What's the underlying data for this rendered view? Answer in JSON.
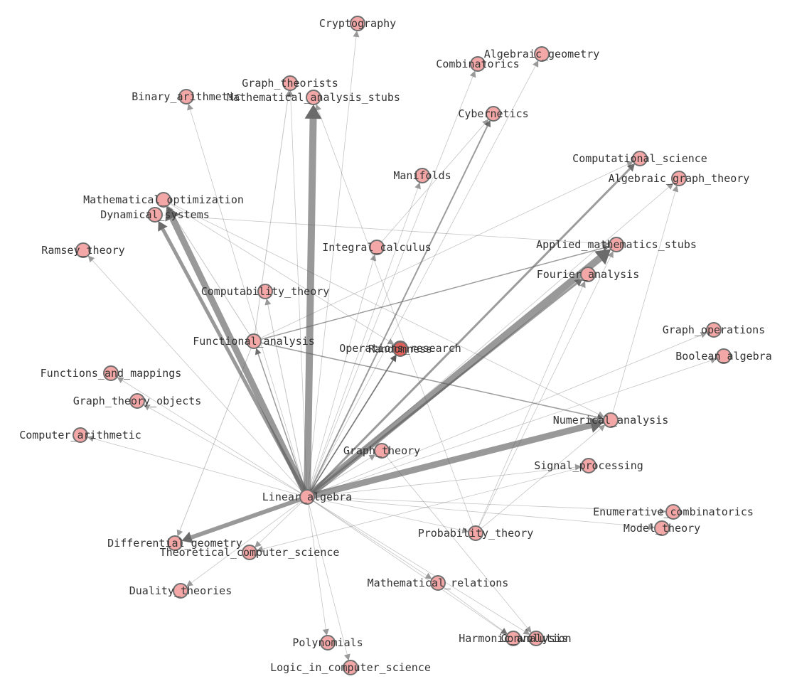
{
  "diagram": {
    "type": "directed-graph",
    "colors": {
      "node_fill": "#f4a7a7",
      "node_fill_active": "#e0605a",
      "node_stroke": "#6f6f6f",
      "edge": "#5a5a5a",
      "arrow": "#555555",
      "label": "#333333"
    },
    "nodes": [
      {
        "id": "cryptography",
        "label": "Cryptography"
      },
      {
        "id": "algebraic_geometry",
        "label": "Algebraic_geometry"
      },
      {
        "id": "combinatorics",
        "label": "Combinatorics"
      },
      {
        "id": "graph_theorists",
        "label": "Graph_theorists"
      },
      {
        "id": "binary_arithmetic",
        "label": "Binary_arithmetic"
      },
      {
        "id": "math_analysis_stubs",
        "label": "Mathematical_analysis_stubs"
      },
      {
        "id": "cybernetics",
        "label": "Cybernetics"
      },
      {
        "id": "computational_science",
        "label": "Computational_science"
      },
      {
        "id": "manifolds",
        "label": "Manifolds"
      },
      {
        "id": "algebraic_graph_theory",
        "label": "Algebraic_graph_theory"
      },
      {
        "id": "math_optimization",
        "label": "Mathematical_optimization"
      },
      {
        "id": "dynamical_systems",
        "label": "Dynamical_systems"
      },
      {
        "id": "ramsey_theory",
        "label": "Ramsey_theory"
      },
      {
        "id": "integral_calculus",
        "label": "Integral_calculus"
      },
      {
        "id": "applied_math_stubs",
        "label": "Applied_mathematics_stubs"
      },
      {
        "id": "fourier_analysis",
        "label": "Fourier_analysis"
      },
      {
        "id": "computability_theory",
        "label": "Computability_theory"
      },
      {
        "id": "graph_operations",
        "label": "Graph_operations"
      },
      {
        "id": "functional_analysis",
        "label": "Functional_analysis"
      },
      {
        "id": "operations_research",
        "label": "Operations_research"
      },
      {
        "id": "randomness",
        "label": "Randomness"
      },
      {
        "id": "boolean_algebra",
        "label": "Boolean_algebra"
      },
      {
        "id": "functions_and_mappings",
        "label": "Functions_and_mappings"
      },
      {
        "id": "graph_theory_objects",
        "label": "Graph_theory_objects"
      },
      {
        "id": "numerical_analysis",
        "label": "Numerical_analysis"
      },
      {
        "id": "computer_arithmetic",
        "label": "Computer_arithmetic"
      },
      {
        "id": "graph_theory",
        "label": "Graph_theory"
      },
      {
        "id": "signal_processing",
        "label": "Signal_processing"
      },
      {
        "id": "linear_algebra",
        "label": "Linear_algebra"
      },
      {
        "id": "enumerative_combinatorics",
        "label": "Enumerative_combinatorics"
      },
      {
        "id": "model_theory",
        "label": "Model_theory"
      },
      {
        "id": "differential_geometry",
        "label": "Differential_geometry"
      },
      {
        "id": "probability_theory",
        "label": "Probability_theory"
      },
      {
        "id": "theoretical_cs",
        "label": "Theoretical_computer_science"
      },
      {
        "id": "mathematical_relations",
        "label": "Mathematical_relations"
      },
      {
        "id": "duality_theories",
        "label": "Duality_theories"
      },
      {
        "id": "harmonic_analysis",
        "label": "Harmonic_analysis"
      },
      {
        "id": "convolution",
        "label": "Convolution"
      },
      {
        "id": "polynomials",
        "label": "Polynomials"
      },
      {
        "id": "logic_in_cs",
        "label": "Logic_in_computer_science"
      }
    ],
    "active_nodes": [
      "randomness"
    ],
    "edges": [
      {
        "source": "linear_algebra",
        "target": "math_analysis_stubs",
        "weight": 10
      },
      {
        "source": "linear_algebra",
        "target": "applied_math_stubs",
        "weight": 10
      },
      {
        "source": "linear_algebra",
        "target": "math_optimization",
        "weight": 9
      },
      {
        "source": "linear_algebra",
        "target": "numerical_analysis",
        "weight": 9
      },
      {
        "source": "linear_algebra",
        "target": "dynamical_systems",
        "weight": 5
      },
      {
        "source": "linear_algebra",
        "target": "differential_geometry",
        "weight": 6
      },
      {
        "source": "linear_algebra",
        "target": "computational_science",
        "weight": 3
      },
      {
        "source": "linear_algebra",
        "target": "fourier_analysis",
        "weight": 3
      },
      {
        "source": "linear_algebra",
        "target": "cybernetics",
        "weight": 2
      },
      {
        "source": "linear_algebra",
        "target": "functional_analysis",
        "weight": 1.5
      },
      {
        "source": "linear_algebra",
        "target": "randomness",
        "weight": 1.5
      },
      {
        "source": "linear_algebra",
        "target": "operations_research",
        "weight": 1.5
      },
      {
        "source": "linear_algebra",
        "target": "computability_theory",
        "weight": 1
      },
      {
        "source": "linear_algebra",
        "target": "graph_theory",
        "weight": 1
      },
      {
        "source": "linear_algebra",
        "target": "integral_calculus",
        "weight": 0.8
      },
      {
        "source": "linear_algebra",
        "target": "manifolds",
        "weight": 0.6
      },
      {
        "source": "linear_algebra",
        "target": "combinatorics",
        "weight": 0.6
      },
      {
        "source": "linear_algebra",
        "target": "algebraic_geometry",
        "weight": 0.5
      },
      {
        "source": "linear_algebra",
        "target": "cryptography",
        "weight": 0.5
      },
      {
        "source": "linear_algebra",
        "target": "graph_theorists",
        "weight": 0.5
      },
      {
        "source": "linear_algebra",
        "target": "binary_arithmetic",
        "weight": 0.5
      },
      {
        "source": "linear_algebra",
        "target": "ramsey_theory",
        "weight": 0.5
      },
      {
        "source": "linear_algebra",
        "target": "algebraic_graph_theory",
        "weight": 0.5
      },
      {
        "source": "linear_algebra",
        "target": "graph_operations",
        "weight": 0.5
      },
      {
        "source": "linear_algebra",
        "target": "boolean_algebra",
        "weight": 0.5
      },
      {
        "source": "linear_algebra",
        "target": "functions_and_mappings",
        "weight": 0.5
      },
      {
        "source": "linear_algebra",
        "target": "graph_theory_objects",
        "weight": 0.5
      },
      {
        "source": "linear_algebra",
        "target": "computer_arithmetic",
        "weight": 0.5
      },
      {
        "source": "linear_algebra",
        "target": "signal_processing",
        "weight": 0.5
      },
      {
        "source": "linear_algebra",
        "target": "enumerative_combinatorics",
        "weight": 0.5
      },
      {
        "source": "linear_algebra",
        "target": "model_theory",
        "weight": 0.5
      },
      {
        "source": "linear_algebra",
        "target": "theoretical_cs",
        "weight": 0.8
      },
      {
        "source": "linear_algebra",
        "target": "mathematical_relations",
        "weight": 0.8
      },
      {
        "source": "linear_algebra",
        "target": "duality_theories",
        "weight": 0.5
      },
      {
        "source": "linear_algebra",
        "target": "harmonic_analysis",
        "weight": 0.5
      },
      {
        "source": "linear_algebra",
        "target": "convolution",
        "weight": 0.5
      },
      {
        "source": "linear_algebra",
        "target": "polynomials",
        "weight": 0.5
      },
      {
        "source": "linear_algebra",
        "target": "logic_in_cs",
        "weight": 0.5
      },
      {
        "source": "linear_algebra",
        "target": "probability_theory",
        "weight": 0.5
      },
      {
        "source": "functional_analysis",
        "target": "applied_math_stubs",
        "weight": 1.5
      },
      {
        "source": "functional_analysis",
        "target": "numerical_analysis",
        "weight": 1.5
      },
      {
        "source": "functional_analysis",
        "target": "differential_geometry",
        "weight": 1
      },
      {
        "source": "functional_analysis",
        "target": "graph_theorists",
        "weight": 1
      },
      {
        "source": "functional_analysis",
        "target": "math_optimization",
        "weight": 1
      },
      {
        "source": "functional_analysis",
        "target": "computational_science",
        "weight": 0.5
      },
      {
        "source": "probability_theory",
        "target": "applied_math_stubs",
        "weight": 0.5
      },
      {
        "source": "probability_theory",
        "target": "math_analysis_stubs",
        "weight": 0.5
      },
      {
        "source": "probability_theory",
        "target": "numerical_analysis",
        "weight": 0.5
      },
      {
        "source": "probability_theory",
        "target": "fourier_analysis",
        "weight": 0.5
      },
      {
        "source": "mathematical_relations",
        "target": "harmonic_analysis",
        "weight": 0.5
      },
      {
        "source": "graph_theory",
        "target": "convolution",
        "weight": 0.5
      },
      {
        "source": "math_optimization",
        "target": "operations_research",
        "weight": 0.5
      },
      {
        "source": "math_optimization",
        "target": "numerical_analysis",
        "weight": 0.5
      },
      {
        "source": "dynamical_systems",
        "target": "applied_math_stubs",
        "weight": 0.5
      },
      {
        "source": "integral_calculus",
        "target": "cybernetics",
        "weight": 0.5
      },
      {
        "source": "numerical_analysis",
        "target": "algebraic_graph_theory",
        "weight": 0.5
      },
      {
        "source": "signal_processing",
        "target": "theoretical_cs",
        "weight": 0.5
      }
    ]
  }
}
